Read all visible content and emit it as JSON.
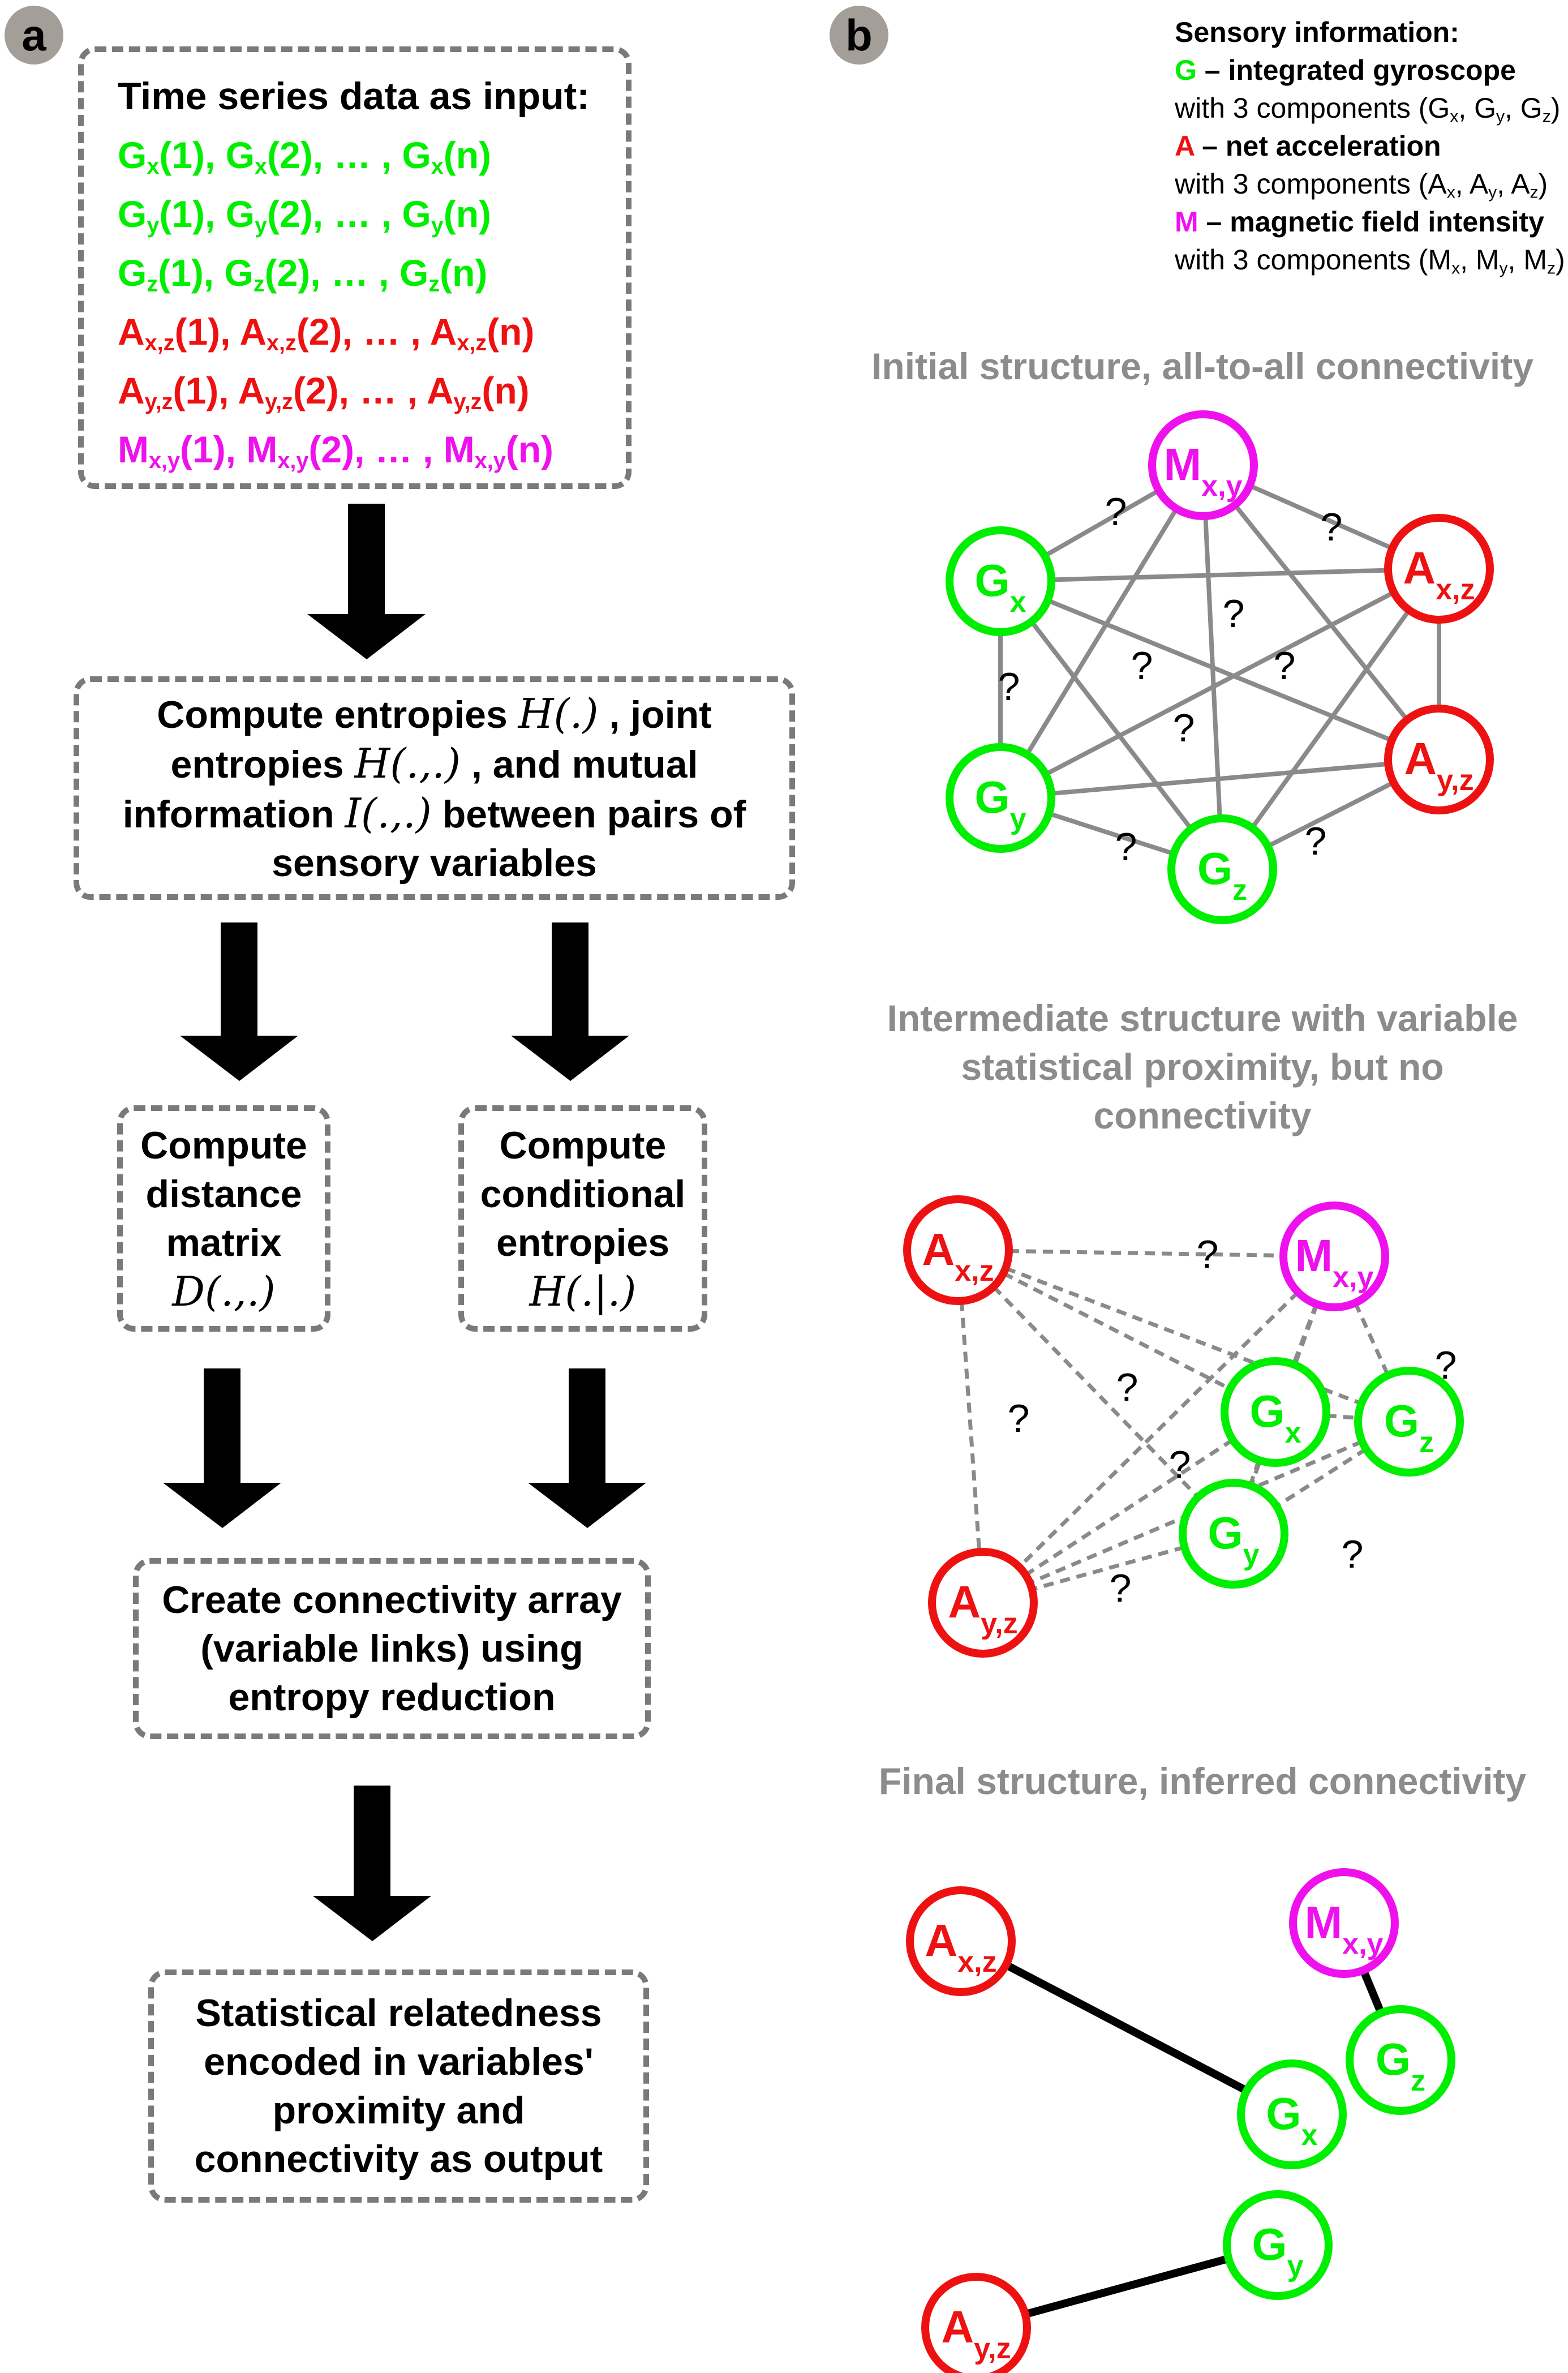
{
  "panel_a": {
    "badge": "a",
    "input_box": {
      "title": "Time series data as input:",
      "lines": [
        {
          "sym": "G",
          "sub": "x",
          "color": "green"
        },
        {
          "sym": "G",
          "sub": "y",
          "color": "green"
        },
        {
          "sym": "G",
          "sub": "z",
          "color": "green"
        },
        {
          "sym": "A",
          "sub": "x,z",
          "color": "red"
        },
        {
          "sym": "A",
          "sub": "y,z",
          "color": "red"
        },
        {
          "sym": "M",
          "sub": "x,y",
          "color": "magenta"
        }
      ],
      "idx1": "(1), ",
      "idx2": "(2), … , ",
      "idxn": "(n)"
    },
    "entropy_box": {
      "l1a": "Compute entropies ",
      "l1m": "H(.)",
      "l1b": " , joint",
      "l2a": "entropies ",
      "l2m": "H(.,.)",
      "l2b": " , and mutual",
      "l3a": "information ",
      "l3m": "I(.,.)",
      "l3b": " between pairs of",
      "l4": "sensory variables"
    },
    "distance_box": {
      "l1": "Compute",
      "l2": "distance",
      "l3": "matrix",
      "math": "D(.,.)"
    },
    "conditional_box": {
      "l1": "Compute",
      "l2": "conditional",
      "l3": "entropies",
      "math": "H(.|.)"
    },
    "connectivity_box": {
      "l1": "Create connectivity array",
      "l2": "(variable links) using",
      "l3": "entropy reduction"
    },
    "output_box": {
      "l1": "Statistical relatedness",
      "l2": "encoded in variables'",
      "l3": "proximity and",
      "l4": "connectivity as output"
    }
  },
  "panel_b": {
    "badge": "b",
    "legend": {
      "title": "Sensory information:",
      "g_letter": "G",
      "g_desc": " – integrated gyroscope",
      "g_comp": "with 3 components (G",
      "a_letter": "A",
      "a_desc": " – net acceleration",
      "a_comp": "with 3 components (A",
      "m_letter": "M",
      "m_desc": " – magnetic field intensity",
      "m_comp": "with 3 components (M"
    },
    "initial_title": "Initial structure, all-to-all connectivity",
    "intermediate_title": [
      "Intermediate structure with variable",
      "statistical proximity, but no",
      "connectivity"
    ],
    "final_title": "Final structure, inferred connectivity",
    "question": "?"
  },
  "colors": {
    "green": "#00ee00",
    "red": "#ee1111",
    "magenta": "#ee11ee",
    "edge_gray": "#8a8a8a",
    "box_border": "#7a7a7a",
    "title_gray": "#8c8c8c",
    "badge": "#a39e98"
  }
}
